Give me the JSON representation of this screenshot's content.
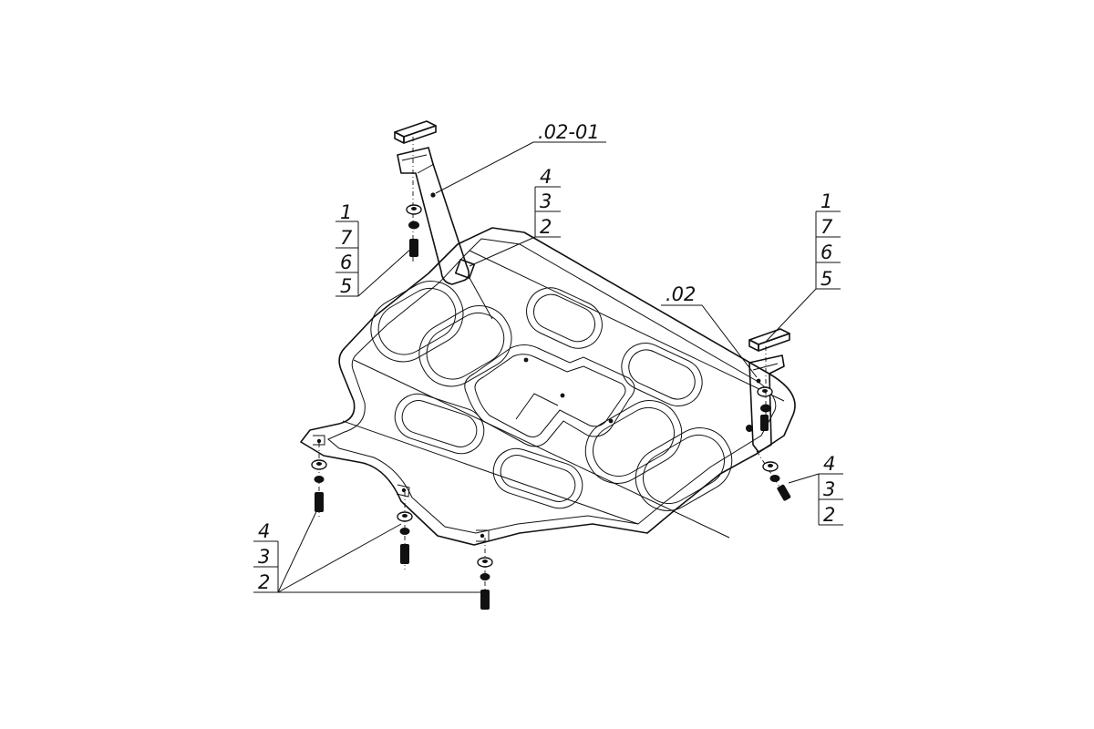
{
  "callouts": {
    "bracket_left_part": ".02-01",
    "bracket_right_part": ".02",
    "stack_left_top": [
      "1",
      "7",
      "6",
      "5"
    ],
    "stack_center_top": [
      "4",
      "3",
      "2"
    ],
    "stack_right_top": [
      "1",
      "7",
      "6",
      "5"
    ],
    "stack_right_bottom": [
      "4",
      "3",
      "2"
    ],
    "stack_left_bottom": [
      "4",
      "3",
      "2"
    ]
  },
  "icons": [
    "skid-plate",
    "mounting-bracket",
    "bolt",
    "washer",
    "nut",
    "spacer-plate"
  ]
}
